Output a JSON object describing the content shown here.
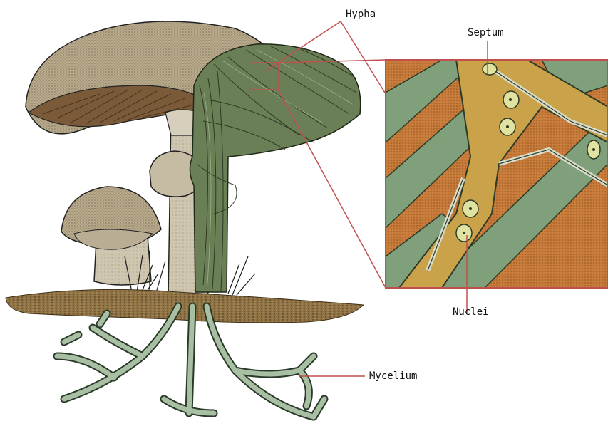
{
  "labels": {
    "hypha": "Hypha",
    "septum": "Septum",
    "nuclei": "Nuclei",
    "mycelium": "Mycelium"
  },
  "colors": {
    "cap_tan": "#b8aa8a",
    "cap_dark": "#8f8266",
    "gills_brown": "#7b5a3a",
    "stem_cream": "#cfc6b0",
    "hyphae_green": "#6b7f57",
    "hyphae_dark": "#3c4a30",
    "soil": "#8f7345",
    "mycelium_green": "#a9bfa4",
    "leader_red": "#c0504d",
    "inset_orange": "#c67a3a",
    "inset_green": "#7fa07a",
    "inset_gold": "#c9a24a",
    "nucleus_yellow": "#e0e3a0"
  },
  "icons": [
    "mushroom-cap",
    "mushroom-stem",
    "small-mushroom",
    "hyphae-mass",
    "soil-layer",
    "mycelium-network",
    "magnified-inset"
  ]
}
